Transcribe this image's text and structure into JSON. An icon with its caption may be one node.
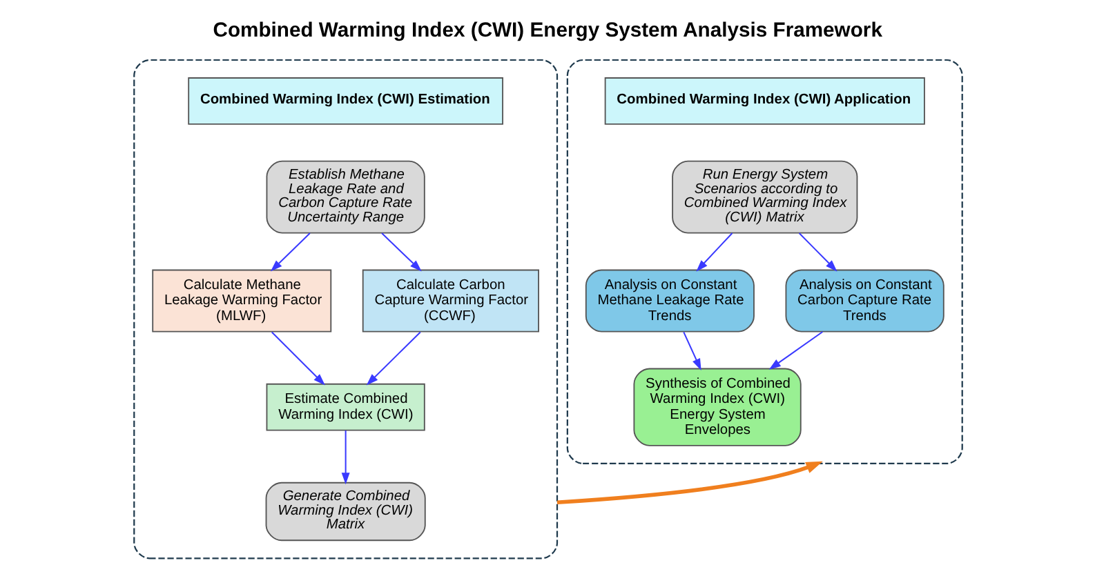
{
  "diagram": {
    "title": "Combined Warming Index (CWI) Energy System Analysis Framework",
    "nodes": [
      {
        "text": [],
        "shape": "box"
      },
      {
        "text": [
          "Combined Warming Index (CWI) Estimation"
        ],
        "in": 0
      },
      {
        "text": [
          "Establish Methane Leakage Rate and Carbon Capture Rate Uncertainty Range"
        ],
        "in": 0
      },
      {
        "text": [
          "Calculate Methane Leakage Warming Factor (MLWF)"
        ],
        "in": 0
      },
      {
        "text": [
          "Calculate Carbon Capture Warming Factor (CCWF)"
        ],
        "in": 0
      },
      {
        "text": [
          "Estimate Combined Warming Index (CWI)"
        ],
        "in": 0
      },
      {
        "text": [
          "Generate Combined Warming Index (CWI) Matrix"
        ],
        "in": 0
      },
      {
        "text": [],
        "shape": "box"
      },
      {
        "text": [
          "Combined Warming Index (CWI) Application"
        ],
        "in": 7
      },
      {
        "text": [
          "Run Energy System Scenarios according to Combined Warming Index (CWI) Matrix"
        ],
        "in": 7
      },
      {
        "text": [
          "Analysis on Constant Methane Leakage Rate Trends"
        ],
        "in": 7
      },
      {
        "text": [
          "Analysis on Constant Carbon Capture Rate Trends"
        ],
        "in": 7
      },
      {
        "text": [
          "Synthesis of Combined Warming Index (CWI) Energy System Envelopes"
        ],
        "in": 7
      }
    ],
    "edges": [
      {
        "from": 2,
        "to": 3,
        "arrow": "to"
      },
      {
        "from": 2,
        "to": 4,
        "arrow": "to"
      },
      {
        "from": 3,
        "to": 5,
        "arrow": "to"
      },
      {
        "from": 4,
        "to": 5,
        "arrow": "to"
      },
      {
        "from": 5,
        "to": 6,
        "arrow": "to"
      },
      {
        "from": 0,
        "to": 7,
        "arrow": "to",
        "style": "thick",
        "color": "#f07f1e"
      },
      {
        "from": 9,
        "to": 10,
        "arrow": "to"
      },
      {
        "from": 9,
        "to": 11,
        "arrow": "to"
      },
      {
        "from": 10,
        "to": 12,
        "arrow": "to"
      },
      {
        "from": 11,
        "to": 12,
        "arrow": "to"
      }
    ]
  }
}
